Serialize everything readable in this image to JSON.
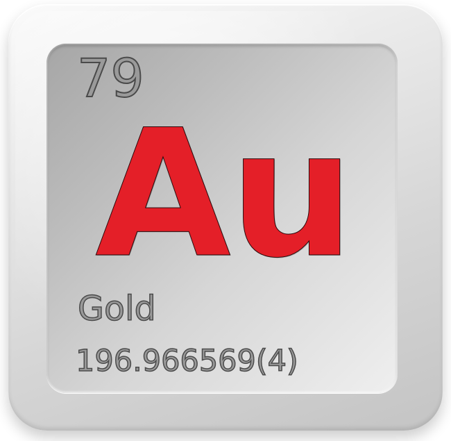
{
  "element": {
    "atomic_number": "79",
    "symbol": "Au",
    "name": "Gold",
    "atomic_weight": "196.966569(4)"
  },
  "colors": {
    "symbol": "#e41f28",
    "text": "#999999",
    "face_start": "#a6a6a6",
    "face_end": "#efefef",
    "keycap": "#d6d6d6"
  }
}
